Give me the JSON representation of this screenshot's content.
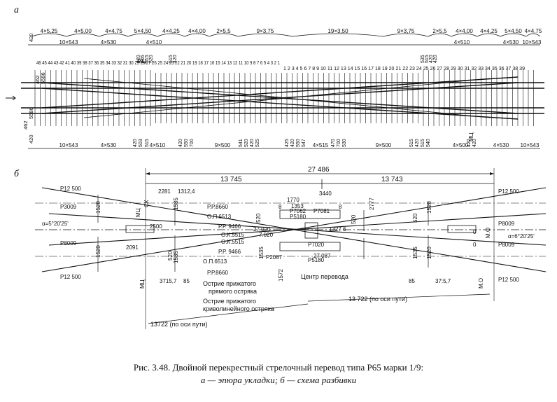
{
  "part_a": {
    "label": "а",
    "top_spacing_groups": [
      "4×5,25",
      "4×5,00",
      "4×4,75",
      "5×4,50",
      "4×4,25",
      "4×4,00",
      "2×5,5",
      "9×3,75",
      "19×3,50",
      "9×3,75",
      "2×5,5",
      "4×4,00",
      "4×4,25",
      "5×4,50",
      "4×4,75"
    ],
    "top_second_row": [
      "10×543",
      "4×530",
      "4×510",
      "4×510",
      "4×530",
      "10×543"
    ],
    "bottom_spacing_groups": [
      "10×543",
      "4×530",
      "4×510",
      "9×500",
      "4×515",
      "9×500",
      "4×500",
      "4×530",
      "10×543"
    ],
    "left_dims": [
      "420",
      "462",
      "5586",
      "5586",
      "462"
    ],
    "mid_labels": [
      "МЦ",
      "МЦ"
    ],
    "tie_numbers_left": "46 45 44 43 42 41 40 39 38 37 36 35 34 33 32 31 30 29 28 27 26 25 24 23 22 21 20 19 18 17 16 15 14 13 12 11 10 9 8 7 6 5 4 3 2 1",
    "tie_numbers_right": "1 2 3 4 5 6 7 8 9 10 11 12 13 14 15 16 17 18 19 20 21 22 23 24 25 26 27 28 29 30 31 32 33 34 35 36 37 38 39",
    "bottom_small_dims": [
      "420",
      "503",
      "515",
      "420",
      "550",
      "700",
      "541",
      "520",
      "420",
      "525",
      "425",
      "420",
      "550",
      "547",
      "470",
      "700",
      "530",
      "515",
      "420",
      "515",
      "540",
      "420",
      "420"
    ],
    "top_small_dims": [
      "420",
      "505",
      "515",
      "520",
      "515",
      "420",
      "535",
      "515",
      "420",
      "420"
    ]
  },
  "part_b": {
    "label": "б",
    "total_length": "27 486",
    "half_left": "13 745",
    "half_right": "13 743",
    "rails": [
      "Р12 500",
      "Р3009",
      "Р8009",
      "Р12 500",
      "Р12 500",
      "Р8009",
      "Р8009",
      "Р12 500"
    ],
    "angles": [
      "α=5°20'25'",
      "α=6°20'25'"
    ],
    "dims": [
      "2281",
      "1312,4",
      "2500",
      "2091",
      "1770",
      "1353",
      "3440",
      "1520",
      "1520",
      "1520",
      "1520",
      "1535",
      "1535",
      "1535",
      "1535",
      "520",
      "520",
      "520",
      "520",
      "1572",
      "2777",
      "3715,7",
      "85",
      "85",
      "37:5,7",
      "8",
      "8",
      "0",
      "0"
    ],
    "point_labels": [
      "Р.Р.8660",
      "О.П.6513",
      "Р.Р. 9466",
      "О.К.5515",
      "О.К.5515",
      "Р.Р. 9466",
      "О.П.6513",
      "Р.Р.8660",
      "Р5180",
      "Р5180",
      "Р7062",
      "Р7081",
      "Р7020",
      "Р2087",
      "7.020",
      "27 020",
      "27 087",
      "1327 6"
    ],
    "side_labels": [
      "МЦ",
      "МЦ",
      "СК",
      "М.О",
      "М.О"
    ],
    "notes": [
      "Острие прижатого прямого остряка",
      "Острие прижатого криволинейного остряка",
      "Центр перевода"
    ],
    "bottom_dims": [
      "13722 (по оси пути)",
      "13 722 (по оси пути)"
    ]
  },
  "caption": {
    "line1": "Рис. 3.48. Двойной перекрестный стрелочный перевод типа Р65 марки 1/9:",
    "line2": "а — эпюра укладки; б — схема разбивки"
  }
}
